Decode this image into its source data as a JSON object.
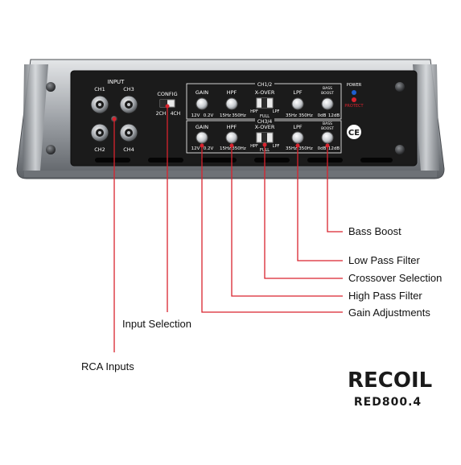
{
  "panel": {
    "input_title": "INPUT",
    "channels": [
      "CH1",
      "CH3",
      "CH2",
      "CH4"
    ],
    "config_title": "CONFIG",
    "config_options": [
      "2CH",
      "4CH"
    ],
    "ch12_tag": "CH1/2",
    "ch34_tag": "CH3/4",
    "gain_label": "GAIN",
    "gain_range": [
      "12V",
      "0.2V"
    ],
    "hpf_label": "HPF",
    "hpf_range": [
      "15Hz",
      "350Hz"
    ],
    "xover_label": "X-OVER",
    "xover_options": [
      "HPF",
      "FULL",
      "LPF"
    ],
    "lpf_label": "LPF",
    "lpf_range": [
      "35Hz",
      "350Hz"
    ],
    "bass_label_1": "BASS",
    "bass_label_2": "BOOST",
    "bass_range": [
      "0dB",
      "12dB"
    ],
    "power_label": "POWER",
    "protect_label": "PROTECT",
    "ce_mark": "CE"
  },
  "callouts": {
    "bass_boost": "Bass Boost",
    "low_pass": "Low Pass Filter",
    "crossover": "Crossover Selection",
    "high_pass": "High Pass Filter",
    "gain": "Gain Adjustments",
    "input_selection": "Input Selection",
    "rca_inputs": "RCA Inputs"
  },
  "brand": {
    "logo": "RECOIL",
    "model": "RED800.4"
  },
  "colors": {
    "leader_red": "#d9232e",
    "panel_black": "#1b1b1b",
    "chassis_silver": "#b9bcc0",
    "power_led": "#1e5fd0",
    "protect_led": "#d9232e"
  }
}
